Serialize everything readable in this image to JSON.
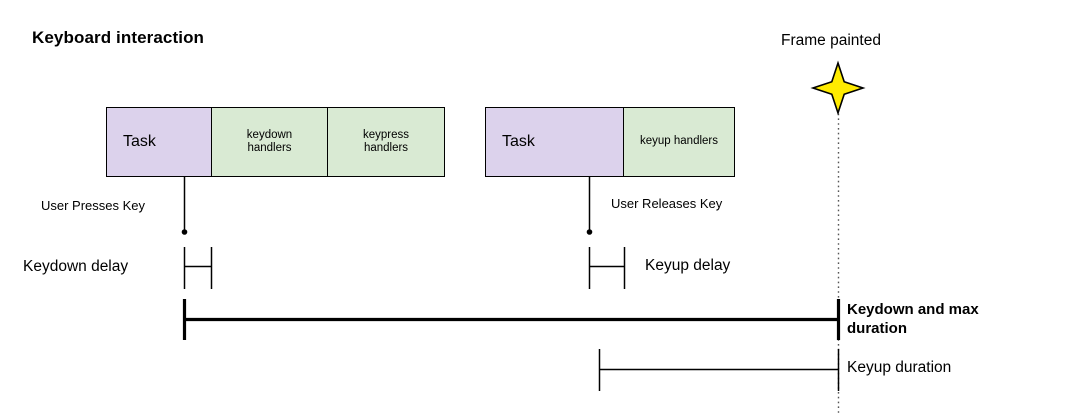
{
  "title": "Keyboard interaction",
  "colors": {
    "task_fill": "#dcd2ec",
    "handler_fill": "#d9ead3",
    "stroke": "#000000",
    "star_fill": "#ffeb00",
    "background": "#ffffff"
  },
  "task_blocks": [
    {
      "name": "keydown-task-block",
      "segments": [
        {
          "label": "Task",
          "kind": "task"
        },
        {
          "label": "keydown\nhandlers",
          "kind": "handler"
        },
        {
          "label": "keypress\nhandlers",
          "kind": "handler"
        }
      ]
    },
    {
      "name": "keyup-task-block",
      "segments": [
        {
          "label": "Task",
          "kind": "task"
        },
        {
          "label": "keyup handlers",
          "kind": "handler"
        }
      ]
    }
  ],
  "events": {
    "press_label": "User Presses Key",
    "release_label": "User Releases Key",
    "frame_painted_label": "Frame painted",
    "star_icon": "four-point-star-icon"
  },
  "measures": [
    {
      "name": "keydown-delay",
      "label": "Keydown delay"
    },
    {
      "name": "keyup-delay",
      "label": "Keyup delay"
    },
    {
      "name": "keydown-max-duration",
      "label": "Keydown and max\nduration",
      "emphasis": "bold"
    },
    {
      "name": "keyup-duration",
      "label": "Keyup duration",
      "emphasis": "regular"
    }
  ]
}
